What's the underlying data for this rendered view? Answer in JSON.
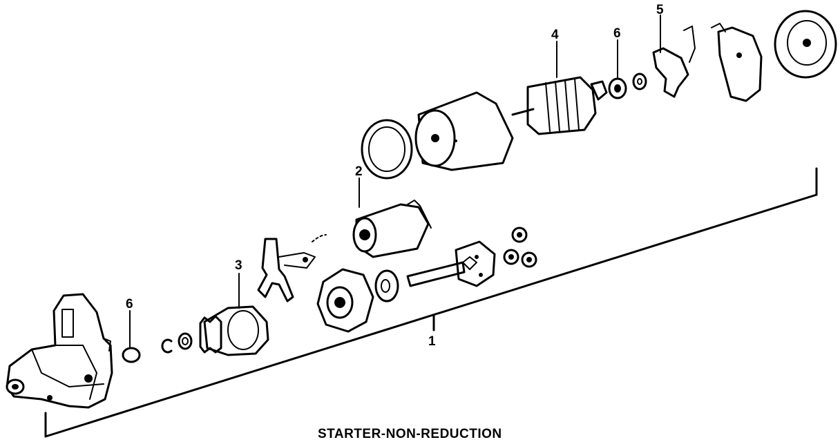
{
  "diagram": {
    "caption": "STARTER-NON-REDUCTION",
    "callouts": [
      {
        "id": "c1",
        "text": "1"
      },
      {
        "id": "c2",
        "text": "2"
      },
      {
        "id": "c3",
        "text": "3"
      },
      {
        "id": "c4",
        "text": "4"
      },
      {
        "id": "c5",
        "text": "5"
      },
      {
        "id": "c6a",
        "text": "6"
      },
      {
        "id": "c6b",
        "text": "6"
      }
    ]
  }
}
